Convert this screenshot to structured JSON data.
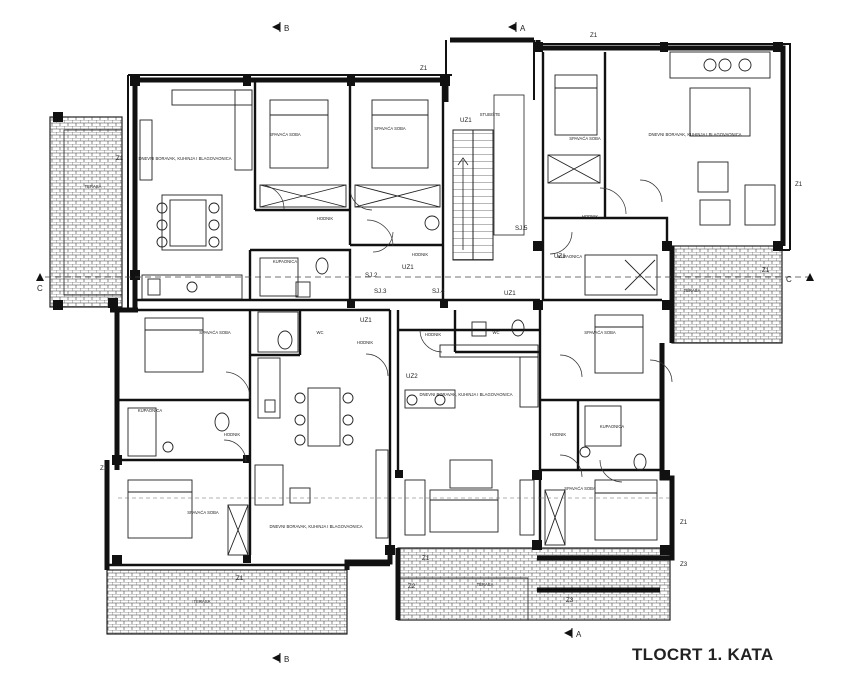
{
  "title": "TLOCRT 1. KATA",
  "section_marks": {
    "a": "A",
    "b": "B",
    "c": "C"
  },
  "rooms": {
    "r_nw_living": "DNEVNI BORAVAK, KUHINJA I BLAGOVAONICA",
    "r_nw_terrace": "TERASA",
    "r_bed1": "SPAVAĆA SOBA",
    "r_bed2": "SPAVAĆA SOBA",
    "r_stair": "STUBIŠTE",
    "r_hall_n": "HODNIK",
    "r_bath_n": "KUPAONICA",
    "r_hall_c": "HODNIK",
    "r_ne_bed": "SPAVAĆA SOBA",
    "r_ne_living": "DNEVNI BORAVAK, KUHINJA I BLAGOVAONICA",
    "r_ne_hall": "HODNIK",
    "r_ne_bath": "KUPAONICA",
    "r_ne_terrace": "TERASA",
    "r_w_bed": "SPAVAĆA SOBA",
    "r_w_bath": "KUPAONICA",
    "r_w_hall": "HODNIK",
    "r_wc_w": "WC",
    "r_sw_bed": "SPAVAĆA SOBA",
    "r_sw_living": "DNEVNI BORAVAK, KUHINJA I BLAGOVAONICA",
    "r_sw_terrace": "TERASA",
    "r_hall_s": "HODNIK",
    "r_wc_e": "WC",
    "r_hall_s2": "HODNIK",
    "r_se_living": "DNEVNI BORAVAK, KUHINJA I BLAGOVAONICA",
    "r_se_bed_n": "SPAVAĆA SOBA",
    "r_se_bath": "KUPAONICA",
    "r_se_hall": "HODNIK",
    "r_se_bed": "SPAVAĆA SOBA",
    "r_se_terrace": "TERASA"
  },
  "wall_tags": {
    "uz1_a": "UZ1",
    "uz1_b": "UZ1",
    "uz1_c": "UZ1",
    "uz1_d": "UZ1",
    "uz1_e": "UZ1",
    "uz2": "UZ2",
    "sj2": "SJ.2",
    "sj3": "SJ.3",
    "sj4": "SJ.4",
    "sj5": "SJ.5",
    "z1_a": "Z1",
    "z1_b": "Z1",
    "z1_c": "Z1",
    "z1_d": "Z1",
    "z1_e": "Z1",
    "z1_f": "Z1",
    "z1_g": "Z1",
    "z1_h": "Z1",
    "z1_i": "Z1",
    "z3_a": "Z3",
    "z3_b": "Z3",
    "z2": "Z2"
  }
}
